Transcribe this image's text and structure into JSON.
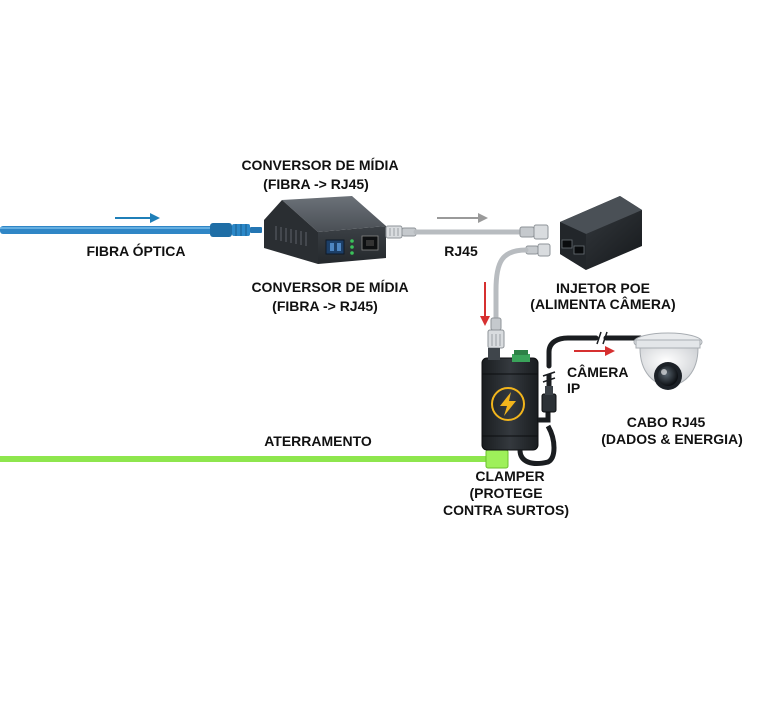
{
  "labels": {
    "converter_top_line1": "CONVERSOR DE MÍDIA",
    "converter_top_line2": "(FIBRA -> RJ45)",
    "converter_bottom_line1": "CONVERSOR DE MÍDIA",
    "converter_bottom_line2": "(FIBRA -> RJ45)",
    "fiber": "FIBRA ÓPTICA",
    "rj45": "RJ45",
    "poe_line1": "INJETOR POE",
    "poe_line2": "(ALIMENTA CÂMERA)",
    "camera_line1": "CÂMERA",
    "camera_line2": "IP",
    "cable_line1": "CABO RJ45",
    "cable_line2": "(DADOS & ENERGIA)",
    "grounding": "ATERRAMENTO",
    "clamper_line1": "CLAMPER",
    "clamper_line2": "(PROTEGE",
    "clamper_line3": "CONTRA SURTOS)"
  },
  "icons": {
    "clamper_symbol": "lightning-bolt-icon"
  },
  "colors": {
    "fiber": "#2f86c6",
    "fiber_arrow": "#1f7fb8",
    "rj45_arrow": "#9a9a9a",
    "surge_arrow": "#d63030",
    "grounding": "#8ee64d",
    "device_body": "#3a3f44",
    "clamper_bolt": "#f2b51c"
  }
}
